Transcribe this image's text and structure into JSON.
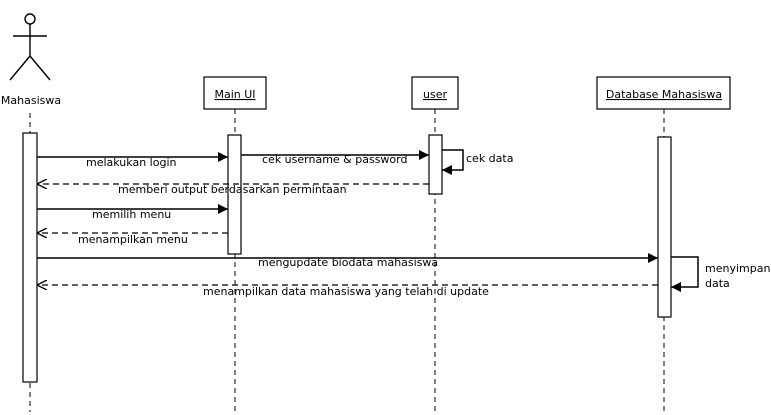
{
  "diagram": {
    "type": "sequence",
    "actor": {
      "label": "Mahasiswa"
    },
    "objects": [
      {
        "id": "main_ui",
        "label": "Main UI"
      },
      {
        "id": "user",
        "label": "user"
      },
      {
        "id": "database",
        "label": "Database Mahasiswa"
      }
    ],
    "messages": [
      {
        "id": "m1",
        "from": "actor",
        "to": "main_ui",
        "kind": "call",
        "label": "melakukan login"
      },
      {
        "id": "m2",
        "from": "main_ui",
        "to": "user",
        "kind": "call",
        "label": "cek username & password"
      },
      {
        "id": "m3",
        "from": "user",
        "to": "user",
        "kind": "self",
        "label": "cek data"
      },
      {
        "id": "m4",
        "from": "user",
        "to": "actor",
        "kind": "return",
        "label": "memberi output berdasarkan permintaan"
      },
      {
        "id": "m5",
        "from": "actor",
        "to": "main_ui",
        "kind": "call",
        "label": "memilih menu"
      },
      {
        "id": "m6",
        "from": "main_ui",
        "to": "actor",
        "kind": "return",
        "label": "menampilkan menu"
      },
      {
        "id": "m7",
        "from": "actor",
        "to": "database",
        "kind": "call",
        "label": "mengupdate biodata mahasiswa"
      },
      {
        "id": "m8",
        "from": "database",
        "to": "database",
        "kind": "self",
        "label": "menyimpan",
        "label2": "data"
      },
      {
        "id": "m9",
        "from": "database",
        "to": "actor",
        "kind": "return",
        "label": "menampilkan data mahasiswa yang telah di update"
      }
    ]
  }
}
